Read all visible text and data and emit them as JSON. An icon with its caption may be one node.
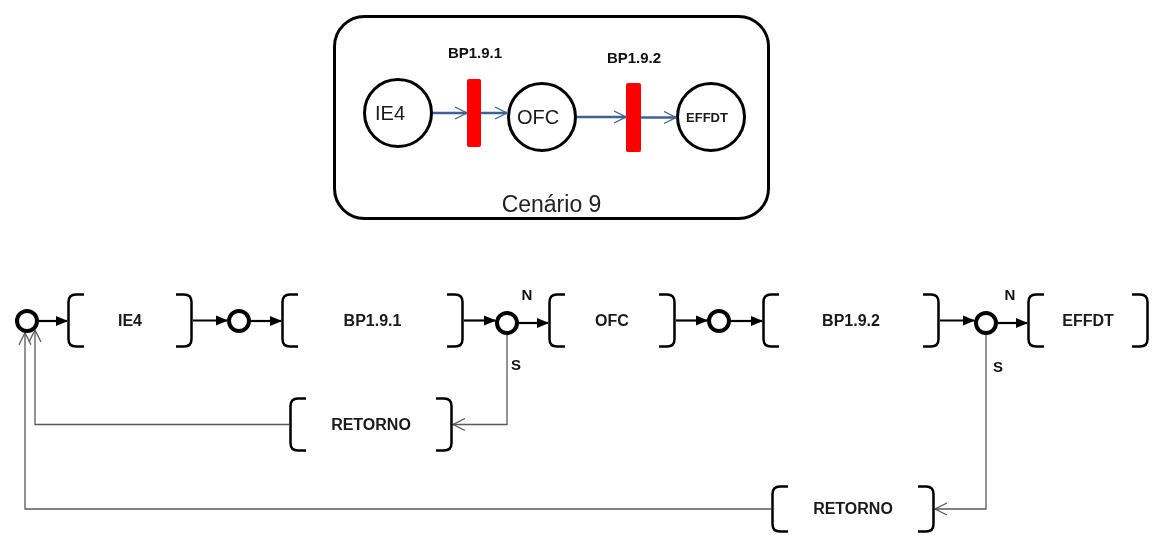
{
  "diagram": {
    "nodes": [
      {
        "text": [
          "Cenário 9"
        ]
      },
      {
        "text": [
          "IE4"
        ],
        "in": 0
      },
      {
        "text": [],
        "shape": "bar",
        "beside": [
          "BP1.9.1"
        ],
        "in": 0
      },
      {
        "text": [
          "OFC"
        ],
        "in": 0
      },
      {
        "text": [],
        "shape": "bar",
        "beside": [
          "BP1.9.2"
        ],
        "in": 0
      },
      {
        "text": [
          "EFFDT"
        ],
        "in": 0
      },
      {
        "text": [],
        "shape": "circle"
      },
      {
        "text": [
          "IE4"
        ]
      },
      {
        "text": [],
        "shape": "circle"
      },
      {
        "text": [
          "BP1.9.1"
        ]
      },
      {
        "text": [],
        "shape": "circle",
        "beside": [
          "N",
          "S"
        ]
      },
      {
        "text": [
          "OFC"
        ]
      },
      {
        "text": [],
        "shape": "circle"
      },
      {
        "text": [
          "BP1.9.2"
        ]
      },
      {
        "text": [],
        "shape": "circle",
        "beside": [
          "N",
          "S"
        ]
      },
      {
        "text": [
          "EFFDT"
        ]
      },
      {
        "text": [
          "RETORNO"
        ]
      },
      {
        "text": [
          "RETORNO"
        ]
      }
    ],
    "edges": [
      {
        "from": 1,
        "to": 2,
        "arrow": "to",
        "color": "#41618f"
      },
      {
        "from": 2,
        "to": 3,
        "arrow": "to",
        "color": "#41618f"
      },
      {
        "from": 3,
        "to": 4,
        "arrow": "to",
        "color": "#41618f"
      },
      {
        "from": 4,
        "to": 5,
        "arrow": "to",
        "color": "#41618f"
      },
      {
        "from": 6,
        "to": 7,
        "arrow": "to"
      },
      {
        "from": 7,
        "to": 8,
        "arrow": "to"
      },
      {
        "from": 8,
        "to": 9,
        "arrow": "to"
      },
      {
        "from": 9,
        "to": 10,
        "arrow": "to"
      },
      {
        "from": 10,
        "to": 11,
        "arrow": "to"
      },
      {
        "from": 11,
        "to": 12,
        "arrow": "to"
      },
      {
        "from": 12,
        "to": 13,
        "arrow": "to"
      },
      {
        "from": 13,
        "to": 14,
        "arrow": "to"
      },
      {
        "from": 14,
        "to": 15,
        "arrow": "to"
      },
      {
        "from": 10,
        "to": 16,
        "arrow": "to",
        "color": "#595959"
      },
      {
        "from": 16,
        "to": 6,
        "arrow": "to",
        "color": "#595959"
      },
      {
        "from": 14,
        "to": 17,
        "arrow": "to",
        "color": "#595959"
      },
      {
        "from": 17,
        "to": 6,
        "arrow": "to",
        "color": "#595959"
      }
    ]
  }
}
